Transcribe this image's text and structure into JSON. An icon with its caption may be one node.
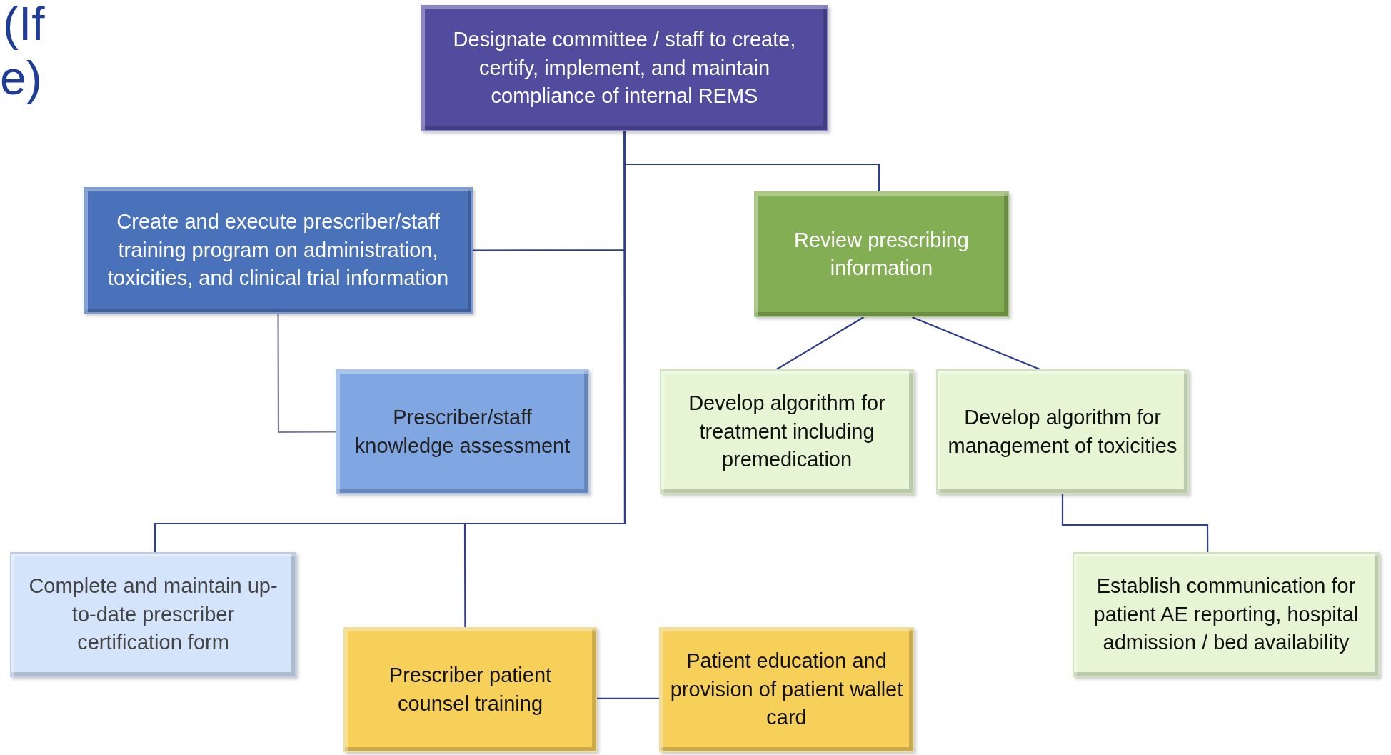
{
  "diagram": {
    "nodes": [
      {
        "text": [
          "Designate committee / staff to create, certify, implement, and maintain compliance of internal REMS"
        ]
      },
      {
        "text": [
          "Create and execute prescriber/staff training program on administration, toxicities, and clinical trial information"
        ]
      },
      {
        "text": [
          "Review prescribing information"
        ]
      },
      {
        "text": [
          "Prescriber/staff knowledge assessment"
        ]
      },
      {
        "text": [
          "Develop algorithm for treatment including premedication"
        ]
      },
      {
        "text": [
          "Develop algorithm for management of toxicities"
        ]
      },
      {
        "text": [
          "Complete and maintain up-to-date prescriber certification form"
        ]
      },
      {
        "text": [
          "Prescriber patient counsel training"
        ]
      },
      {
        "text": [
          "Patient education and provision of patient wallet card"
        ]
      },
      {
        "text": [
          "Establish communication for patient AE reporting, hospital admission / bed availability"
        ]
      }
    ],
    "edges": [
      {
        "from": 0,
        "to": 1,
        "arrow": "none"
      },
      {
        "from": 0,
        "to": 2,
        "arrow": "none"
      },
      {
        "from": 0,
        "to": 6,
        "arrow": "none"
      },
      {
        "from": 0,
        "to": 7,
        "arrow": "none"
      },
      {
        "from": 1,
        "to": 3,
        "arrow": "none",
        "color": "#7d7b9c"
      },
      {
        "from": 2,
        "to": 4,
        "arrow": "none"
      },
      {
        "from": 2,
        "to": 5,
        "arrow": "none"
      },
      {
        "from": 5,
        "to": 9,
        "arrow": "none"
      },
      {
        "from": 7,
        "to": 8,
        "arrow": "none"
      }
    ],
    "labels": [
      "(If",
      "e)"
    ]
  }
}
